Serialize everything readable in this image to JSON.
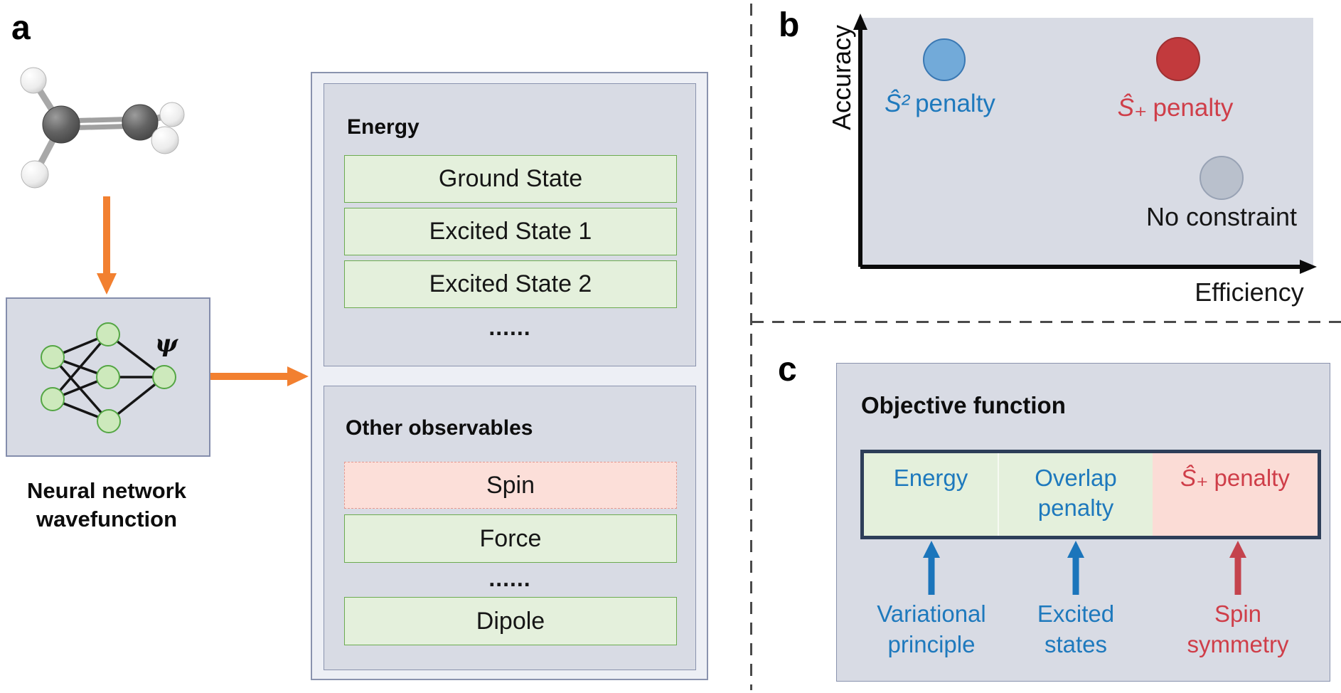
{
  "figure": {
    "panel_a": {
      "label": "a",
      "molecule": "ethylene ball-and-stick model",
      "psi": "ψ",
      "caption": [
        "Neural network",
        "wavefunction"
      ],
      "energy": {
        "title": "Energy",
        "rows": [
          "Ground State",
          "Excited State 1",
          "Excited State 2"
        ],
        "more": "......"
      },
      "observables": {
        "title": "Other observables",
        "spin": "Spin",
        "force": "Force",
        "more": "......",
        "dipole": "Dipole"
      }
    },
    "panel_b": {
      "label": "b",
      "y_axis": "Accuracy",
      "x_axis": "Efficiency",
      "points": [
        {
          "symbol": "Ŝ²",
          "word": "penalty"
        },
        {
          "symbol": "Ŝ₊",
          "word": "penalty"
        },
        {
          "label": "No constraint"
        }
      ]
    },
    "panel_c": {
      "label": "c",
      "title": "Objective function",
      "segments": [
        {
          "text": "Energy"
        },
        {
          "line1": "Overlap",
          "line2": "penalty"
        },
        {
          "symbol": "Ŝ₊",
          "word": "penalty"
        }
      ],
      "annotations": [
        {
          "line1": "Variational",
          "line2": "principle"
        },
        {
          "line1": "Excited",
          "line2": "states"
        },
        {
          "line1": "Spin",
          "line2": "symmetry"
        }
      ]
    }
  },
  "colors": {
    "panel_fill": "#d8dbe4",
    "outer_fill": "#edeff5",
    "slate_border": "#8a93ae",
    "green_fill": "#e4f0dc",
    "green_border": "#6cab50",
    "pink_fill": "#fcdfd9",
    "pink_border": "#e5998f",
    "navy_border": "#2d3e59",
    "blue_text": "#1e79bd",
    "red_text": "#cf3e49",
    "orange_arrow": "#f28030",
    "blue_circle": "#72aad9",
    "red_circle": "#c23a3d",
    "gray_circle": "#b9c0cc",
    "blue_arrow": "#1b75bb",
    "red_arrow": "#c4434d"
  },
  "chart_data": {
    "type": "scatter",
    "title": "",
    "xlabel": "Efficiency",
    "ylabel": "Accuracy",
    "axis_scale": "conceptual (no ticks)",
    "legend_position": "point labels",
    "points": [
      {
        "label": "Ŝ² penalty",
        "x": 0.19,
        "y": 0.83,
        "color": "#72aad9"
      },
      {
        "label": "Ŝ₊ penalty",
        "x": 0.7,
        "y": 0.83,
        "color": "#c23a3d"
      },
      {
        "label": "No constraint",
        "x": 0.8,
        "y": 0.36,
        "color": "#b9c0cc"
      }
    ]
  }
}
